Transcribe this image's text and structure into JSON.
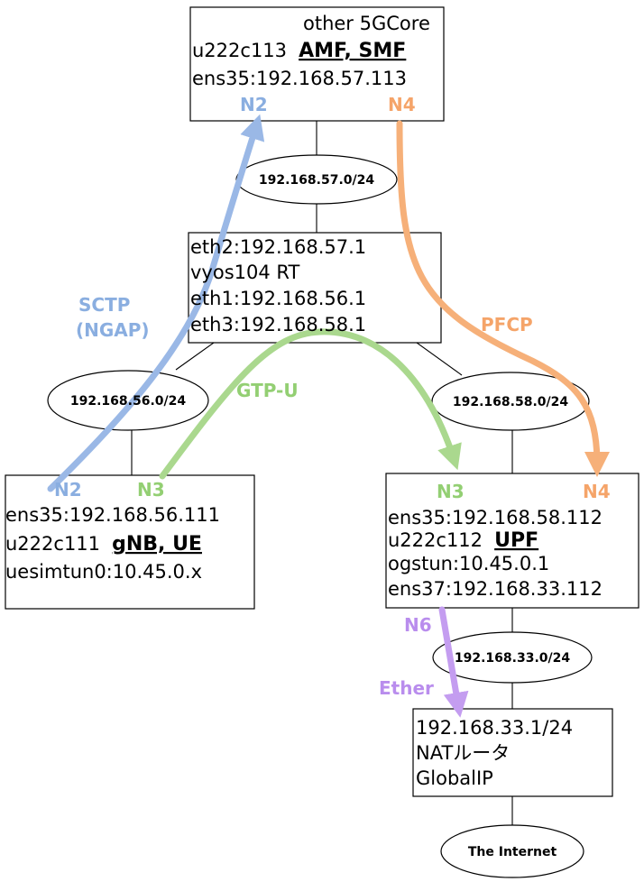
{
  "colors": {
    "blue": "#9ab8e6",
    "orange": "#f6b079",
    "green": "#aad88e",
    "purple": "#c49df0",
    "blue_text": "#8aaee0",
    "orange_text": "#f5a469",
    "green_text": "#93cf73",
    "purple_text": "#b98ded"
  },
  "core": {
    "line1": "other 5GCore",
    "host": "u222c113",
    "role": "AMF, SMF",
    "ip": "ens35:192.168.57.113",
    "if_n2": "N2",
    "if_n4": "N4"
  },
  "net57": {
    "label": "192.168.57.0/24"
  },
  "router": {
    "lines": [
      "eth2:192.168.57.1",
      "vyos104 RT",
      "eth1:192.168.56.1",
      "eth3:192.168.58.1"
    ]
  },
  "net56": {
    "label": "192.168.56.0/24"
  },
  "net58": {
    "label": "192.168.58.0/24"
  },
  "gnb": {
    "if_n2": "N2",
    "if_n3": "N3",
    "ip": "ens35:192.168.56.111",
    "host": "u222c111",
    "role": "gNB, UE",
    "tun": "uesimtun0:10.45.0.x"
  },
  "upf": {
    "if_n3": "N3",
    "if_n4": "N4",
    "ip": "ens35:192.168.58.112",
    "host": "u222c112",
    "role": "UPF",
    "tun": "ogstun:10.45.0.1",
    "ip2": "ens37:192.168.33.112"
  },
  "net33": {
    "label": "192.168.33.0/24"
  },
  "nat": {
    "lines": [
      "192.168.33.1/24",
      "NATルータ",
      "GlobalIP"
    ]
  },
  "internet": {
    "label": "The Internet"
  },
  "flows": {
    "sctp_1": "SCTP",
    "sctp_2": "(NGAP)",
    "pfcp": "PFCP",
    "gtpu": "GTP-U",
    "n6": "N6",
    "ether": "Ether"
  }
}
